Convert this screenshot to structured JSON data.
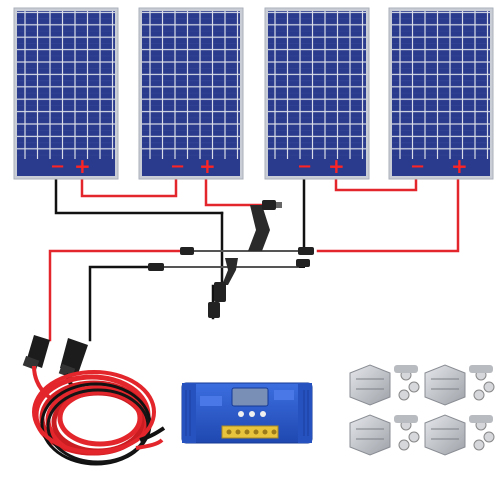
{
  "colors": {
    "background": "#ffffff",
    "panel_frame": "#c9ced6",
    "panel_cell": "#2a3a8c",
    "panel_cell_dark": "#1f2c70",
    "cell_gap": "#d9dde8",
    "wire_red": "#e3262b",
    "wire_black": "#111111",
    "terminal_red": "#ff2424",
    "controller_blue": "#2f5fd1",
    "bracket_silver": "#c6c8cc"
  },
  "icons": {
    "panel_terminal_minus": "minus-sign",
    "panel_terminal_plus": "plus-sign",
    "branch_connector": "mc4-y-branch-connector",
    "inline_connector": "mc4-inline-connector",
    "cable_coil": "red-black-cable-coil",
    "charge_controller": "pwm-charge-controller",
    "mounting_bracket": "z-mounting-bracket"
  },
  "terminals": {
    "minus": "−",
    "plus": "+"
  },
  "panel_count": 4,
  "bracket_set_count": 4
}
